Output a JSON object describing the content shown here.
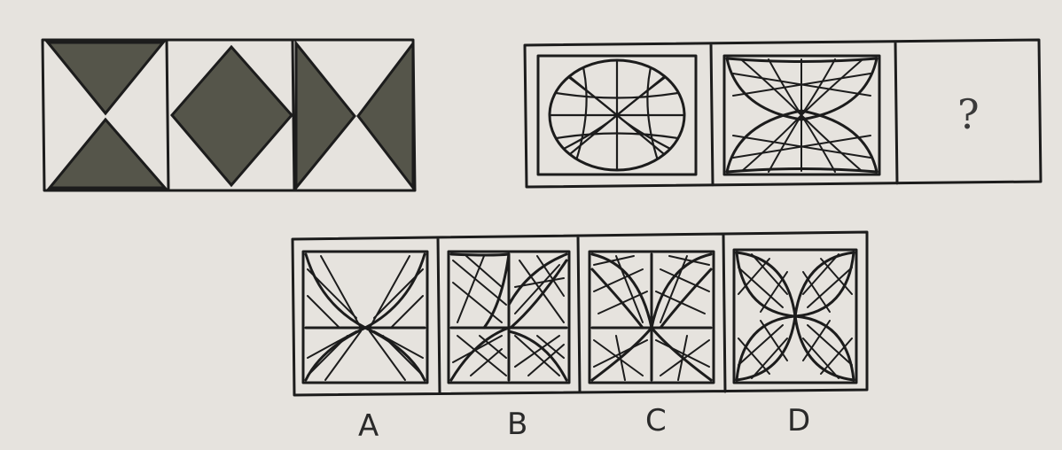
{
  "puzzle": {
    "example_sequence": {
      "cells": [
        {
          "figure": "hourglass-triangles"
        },
        {
          "figure": "diamond"
        },
        {
          "figure": "bowtie-triangles"
        }
      ]
    },
    "question_sequence": {
      "cells": [
        {
          "figure": "ellipse-with-radial-lines"
        },
        {
          "figure": "hourglass-lens-halves"
        },
        {
          "figure": "unknown",
          "text": "?"
        }
      ]
    },
    "options": [
      {
        "label": "A",
        "figure": "left-right-lens-halves"
      },
      {
        "label": "B",
        "figure": "four-quarter-lenses-outer"
      },
      {
        "label": "C",
        "figure": "four-quarter-lenses-mixed"
      },
      {
        "label": "D",
        "figure": "four-quarter-lenses-inner"
      }
    ]
  },
  "colors": {
    "paper": "#e6e3de",
    "ink": "#1c1c1c",
    "shading": "#55554a"
  }
}
